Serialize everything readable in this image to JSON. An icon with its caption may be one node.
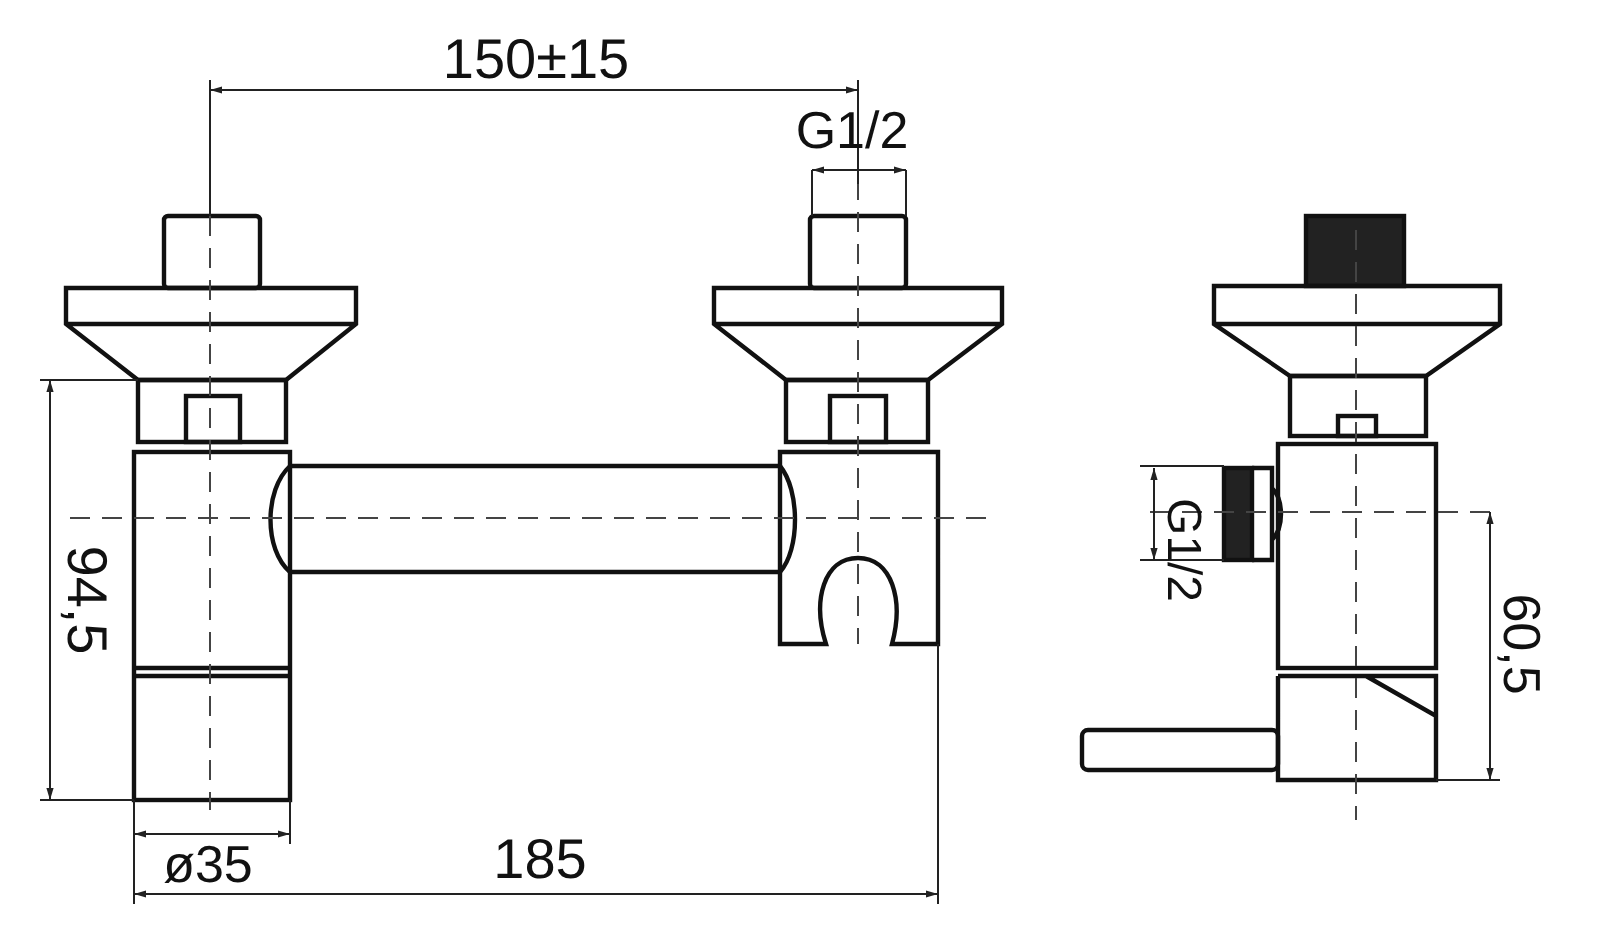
{
  "diagram": {
    "labels": [
      "150±15",
      "G1/2",
      "94,5",
      "ø35",
      "185",
      "G1/2",
      "60,5"
    ]
  }
}
